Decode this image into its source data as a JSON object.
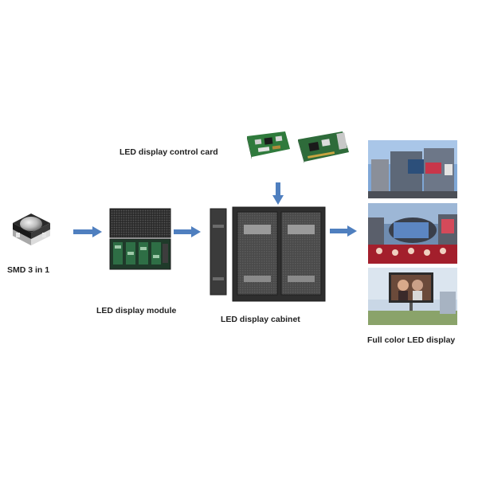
{
  "labels": {
    "smd": "SMD 3 in 1",
    "module": "LED display module",
    "control_card": "LED display control card",
    "cabinet": "LED display cabinet",
    "full_color": "Full color LED display"
  },
  "colors": {
    "arrow": "#4f7fbf",
    "text": "#222222"
  },
  "icons": {
    "smd": "smd-led-chip-icon",
    "module": "led-module-board-icon",
    "control_card": "circuit-board-icon",
    "cabinet": "led-cabinet-icon",
    "photos": "billboard-photo-icon"
  }
}
